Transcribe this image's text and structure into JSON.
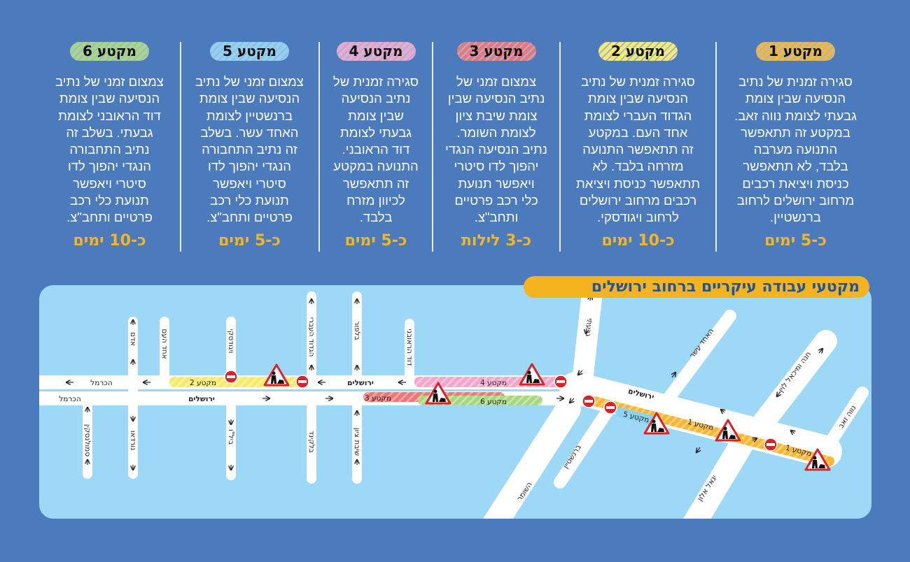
{
  "colors": {
    "background": "#4c7bbd",
    "map": "#9dd9f6",
    "duration": "#f7b520",
    "title_text": "#1d55a3",
    "title_bg": "#f5b41e"
  },
  "columns": [
    {
      "badge": "מקטע 1",
      "color": "#f7b733",
      "lines": [
        "סגירה זמנית של נתיב",
        "הנסיעה שבין צומת",
        "גבעתי לצומת נווה זאב.",
        "במקטע זה תתאפשר",
        "התנועה מערבה",
        "בלבד, לא תתאפשר",
        "כניסת ויציאת רכבים",
        "מרחוב ירושלים לרחוב",
        "ברנשטיין."
      ],
      "duration": "כ-5 ימים"
    },
    {
      "badge": "מקטע 2",
      "color": "#f6ec6a",
      "lines": [
        "סגירה זמנית של נתיב",
        "הנסיעה שבין צומת",
        "הגדוד העברי לצומת",
        "אחד העם. במקטע",
        "זה תתאפשר התנועה",
        "מזרחה בלבד. לא",
        "תתאפשר כניסת ויציאת",
        "רכבים מרחוב ירושלים",
        "לרחוב ויגודסקי."
      ],
      "duration": "כ-10 ימים"
    },
    {
      "badge": "מקטע 3",
      "color": "#f07576",
      "lines": [
        "צמצום זמני של",
        "נתיב הנסיעה שבין",
        "צומת שיבת ציון",
        "לצומת השומר.",
        "נתיב הנסיעה הנגדי",
        "יהפוך לדו סיטרי",
        "ויאפשר תנועת",
        "כלי רכב פרטיים",
        "ותחב\"צ."
      ],
      "duration": "כ-3 לילות"
    },
    {
      "badge": "מקטע 4",
      "color": "#f3a6cc",
      "lines": [
        "סגירה זמנית של",
        "נתיב הנסיעה",
        "שבין צומת",
        "גבעתי לצומת",
        "דוד הראובני.",
        "התנועה במקטע",
        "זה תתאפשר",
        "לכיוון מזרח",
        "בלבד."
      ],
      "duration": "כ-5 ימים"
    },
    {
      "badge": "מקטע 5",
      "color": "#8fd3f3",
      "lines": [
        "צמצום זמני של נתיב",
        "הנסיעה שבין צומת",
        "ברנשטיין לצומת",
        "האחד עשר. בשלב",
        "זה נתיב התחבורה",
        "הנגדי יהפוך לדו",
        "סיטרי ויאפשר",
        "תנועת כלי רכב",
        "פרטיים ותחב\"צ."
      ],
      "duration": "כ-5 ימים"
    },
    {
      "badge": "מקטע 6",
      "color": "#a8d77d",
      "lines": [
        "צמצום זמני של נתיב",
        "הנסיעה שבין צומת",
        "דוד הראובני לצומת",
        "גבעתי. בשלב זה",
        "נתיב התחבורה",
        "הנגדי יהפוך לדו",
        "סיטרי ויאפשר",
        "תנועת כלי רכב",
        "פרטיים ותחב\"צ."
      ],
      "duration": "כ-10 ימים"
    }
  ],
  "map": {
    "title": "מקטעי עבודה עיקריים ברחוב ירושלים",
    "main_street": "ירושלים",
    "west_street": "הכרמל",
    "segments": {
      "s1": "מקטע 1",
      "s2": "מקטע 2",
      "s3": "מקטע 3",
      "s4": "מקטע 4",
      "s5": "מקטע 5",
      "s6": "מקטע 6"
    },
    "streets": {
      "adam": "אדם",
      "ahad_haam": "אחד העם",
      "vigodsky": "ויגודסקי",
      "gdud": "הגדוד העברי",
      "balfour": "בלפור",
      "reuveni": "דוד הראובני",
      "smolenskin": "סמולנסקין",
      "nordau": "נורדאו",
      "bilu": "ביל\"ו",
      "belkind": "בלקינד",
      "shivat_zion": "שיבת ציון",
      "givati": "גבעתי",
      "hashomer": "השומר",
      "bernstein": "ברנשטיין",
      "ahad_asar": "האחד עשר",
      "levin": "חנה ומיכאל לוין",
      "neve_zeev": "נווה זאב",
      "yigal_alon": "יגאל אלון"
    }
  }
}
